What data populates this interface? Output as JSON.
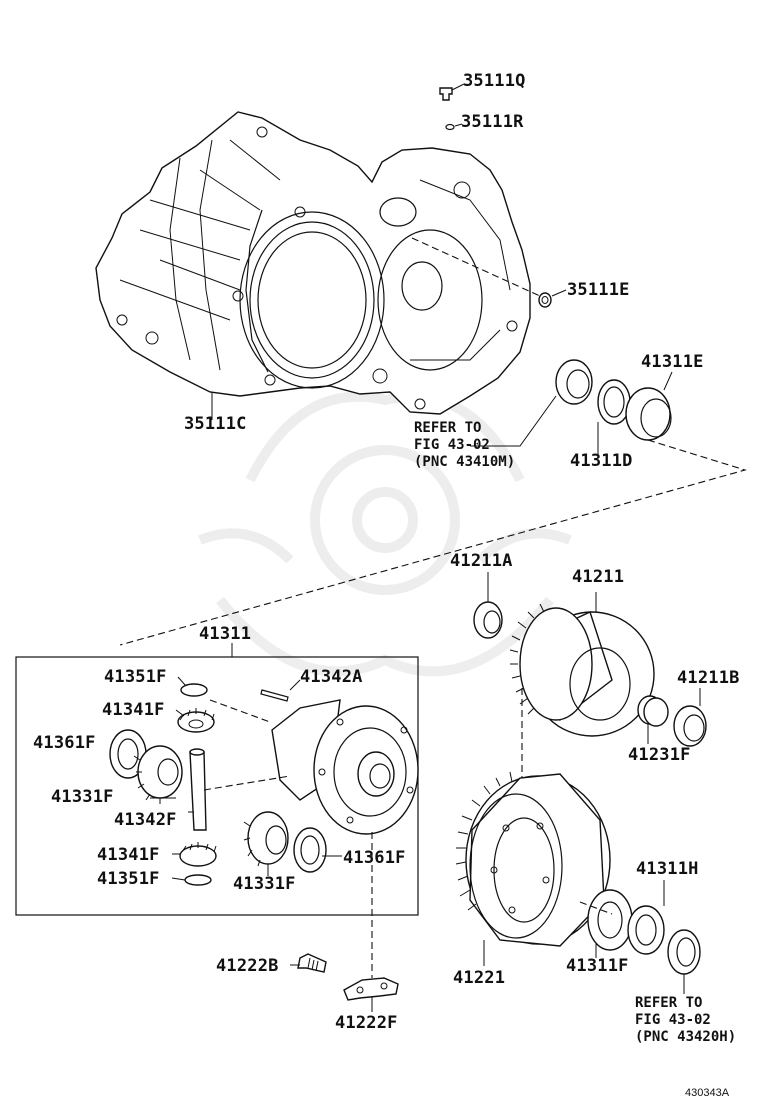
{
  "labels": {
    "p35111q": "35111Q",
    "p35111r": "35111R",
    "p35111e": "35111E",
    "p35111c": "35111C",
    "p41311e": "41311E",
    "p41311d": "41311D",
    "p41211a": "41211A",
    "p41211": "41211",
    "p41211b": "41211B",
    "p41231f": "41231F",
    "p41311": "41311",
    "p41351f_top": "41351F",
    "p41342a": "41342A",
    "p41341f_top": "41341F",
    "p41361f_left": "41361F",
    "p41331f_left": "41331F",
    "p41342f": "41342F",
    "p41341f_bot": "41341F",
    "p41351f_bot": "41351F",
    "p41331f_bot": "41331F",
    "p41361f_right": "41361F",
    "p41221": "41221",
    "p41311h": "41311H",
    "p41311f": "41311F",
    "p41222b": "41222B",
    "p41222f": "41222F"
  },
  "refer_top": {
    "line1": "REFER TO",
    "line2": "FIG 43-02",
    "line3": "(PNC 43410M)"
  },
  "refer_bottom": {
    "line1": "REFER TO",
    "line2": "FIG 43-02",
    "line3": "(PNC 43420H)"
  },
  "figure_number": "430343A"
}
